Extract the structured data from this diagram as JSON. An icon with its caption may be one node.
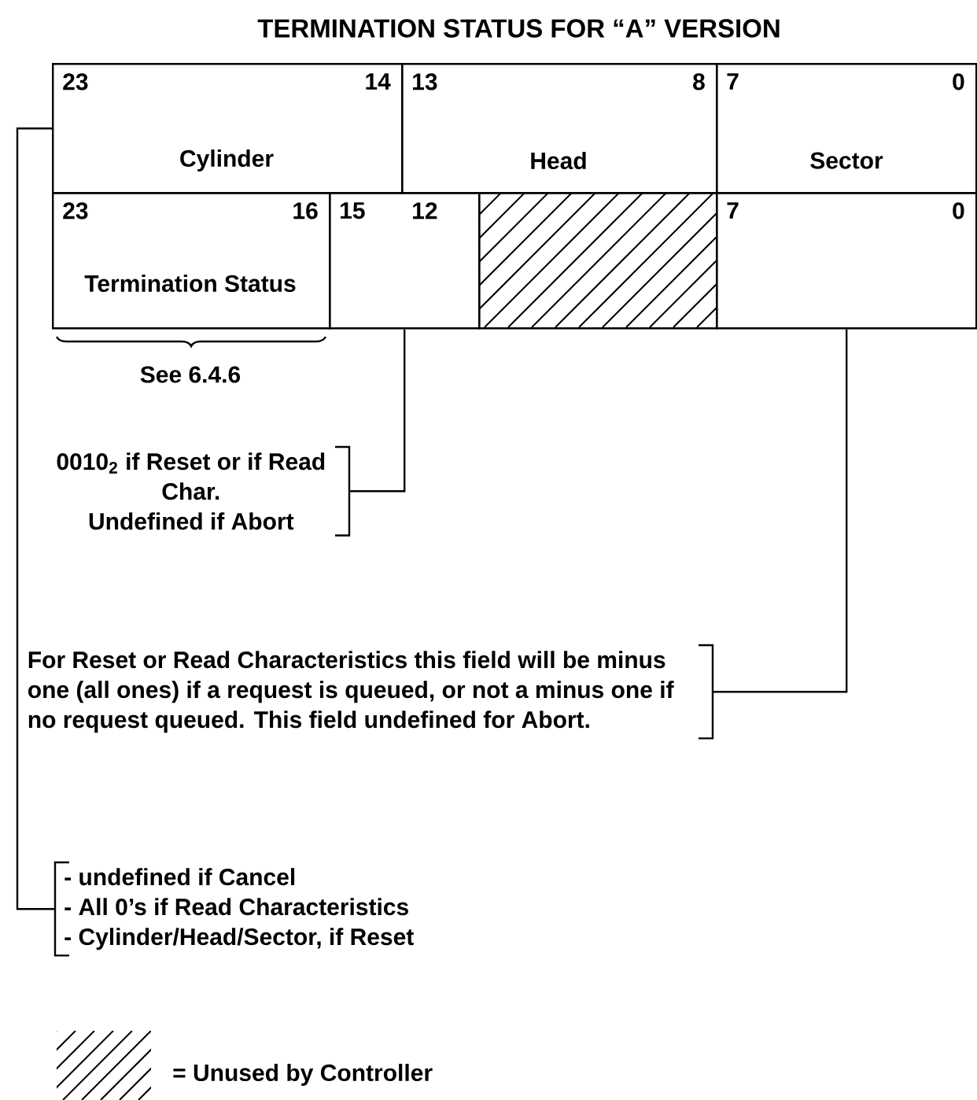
{
  "diagram": {
    "title": "TERMINATION STATUS FOR “A” VERSION",
    "nodes": [
      {
        "text": [
          "23",
          "14",
          "Cylinder"
        ]
      },
      {
        "text": [
          "13",
          "8",
          "Head"
        ]
      },
      {
        "text": [
          "7",
          "0",
          "Sector"
        ]
      },
      {
        "text": [
          "23",
          "16",
          "Termination Status"
        ]
      },
      {
        "text": [
          "15",
          "12"
        ]
      },
      {
        "text": [],
        "shape": "box"
      },
      {
        "text": [
          "7",
          "0"
        ]
      },
      {
        "text": [
          "0010$_{2}$ if Reset or if Read Char.",
          "Undefined if Abort"
        ]
      },
      {
        "text": [
          "For Reset or Read Characteristics this field will be minus one (all ones) if a request is queued, or not a minus one if no request queued.  This field undefined for Abort."
        ]
      },
      {
        "text": [
          "- undefined if Cancel",
          "- All 0’s if Read Characteristics",
          "- Cylinder/Head/Sector, if Reset"
        ]
      }
    ],
    "edges": [
      {
        "from": 0,
        "to": 9,
        "arrow": "none"
      },
      {
        "from": 4,
        "to": 7,
        "arrow": "none"
      },
      {
        "from": 6,
        "to": 8,
        "arrow": "none"
      }
    ],
    "labels": [
      "See 6.4.6"
    ],
    "legend": [
      {
        "text": "= Unused by Controller"
      }
    ]
  }
}
